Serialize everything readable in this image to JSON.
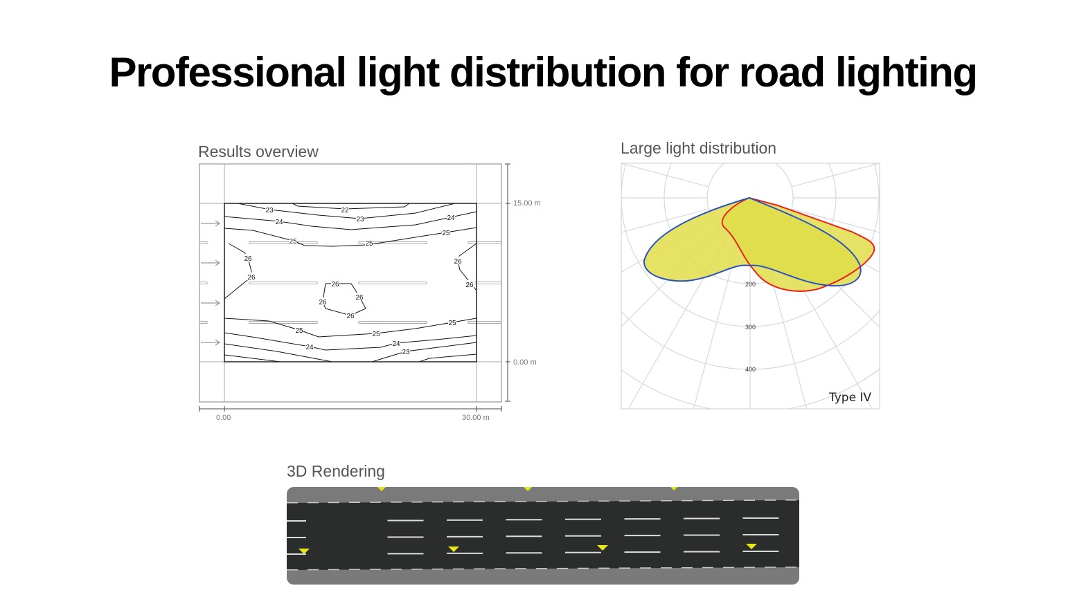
{
  "title": "Professional light distribution for road lighting",
  "results_overview": {
    "heading": "Results overview",
    "y_labels": [
      "15.00 m",
      "0.00 m"
    ],
    "x_labels": [
      "0.00",
      "30.00 m"
    ],
    "contour_labels": [
      "23",
      "22",
      "23",
      "24",
      "24",
      "25",
      "25",
      "25",
      "26",
      "26",
      "26",
      "26",
      "26",
      "26",
      "26",
      "26",
      "25",
      "25",
      "25",
      "24",
      "24",
      "23"
    ]
  },
  "light_distribution": {
    "heading": "Large light distribution",
    "radial_labels": [
      "200",
      "300",
      "400"
    ],
    "type_label": "Type IV",
    "fill_color": "#e0dd4a",
    "curve_colors": [
      "#2a52be",
      "#e8241c"
    ]
  },
  "rendering": {
    "heading": "3D Rendering",
    "road_color": "#2b2c2c",
    "verge_color": "#7a7a7a",
    "light_color": "#e6e61a"
  }
}
